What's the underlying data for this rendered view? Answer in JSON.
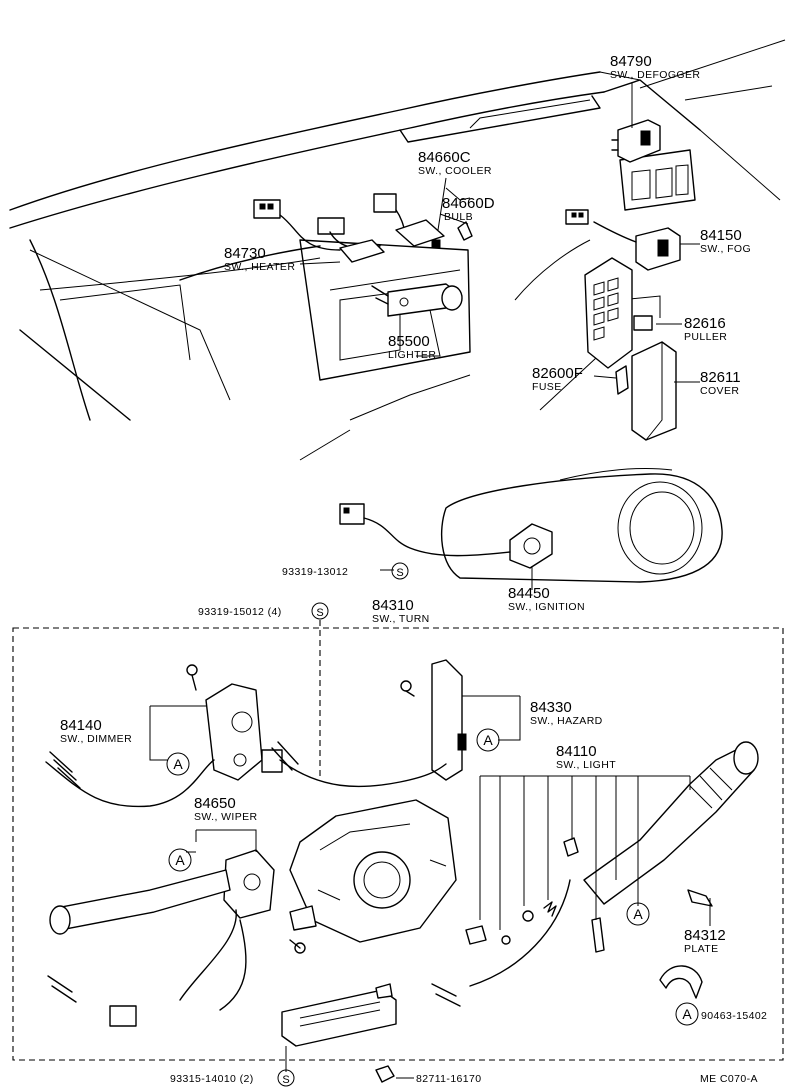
{
  "labels": {
    "p84790": {
      "num": "84790",
      "name": "SW., DEFOGGER"
    },
    "p84660c": {
      "num": "84660C",
      "name": "SW., COOLER"
    },
    "p84660d": {
      "num": "84660D",
      "name": "BULB"
    },
    "p84730": {
      "num": "84730",
      "name": "SW., HEATER"
    },
    "p85500": {
      "num": "85500",
      "name": "LIGHTER"
    },
    "p84150": {
      "num": "84150",
      "name": "SW., FOG"
    },
    "p82616": {
      "num": "82616",
      "name": "PULLER"
    },
    "p82600f": {
      "num": "82600F",
      "name": "FUSE"
    },
    "p82611": {
      "num": "82611",
      "name": "COVER"
    },
    "p84450": {
      "num": "84450",
      "name": "SW., IGNITION"
    },
    "p84310": {
      "num": "84310",
      "name": "SW., TURN"
    },
    "p84140": {
      "num": "84140",
      "name": "SW., DIMMER"
    },
    "p84330": {
      "num": "84330",
      "name": "SW., HAZARD"
    },
    "p84110": {
      "num": "84110",
      "name": "SW., LIGHT"
    },
    "p84650": {
      "num": "84650",
      "name": "SW., WIPER"
    },
    "p84312": {
      "num": "84312",
      "name": "PLATE"
    }
  },
  "callouts": {
    "bolt_93319_13012": "93319-13012",
    "bolt_93319_15012": "93319-15012 (4)",
    "bolt_93315_14010": "93315-14010 (2)",
    "clip_82711_16170": "82711-16170",
    "clamp_90463_15402": "90463-15402"
  },
  "symbols": {
    "standard_part": "S",
    "ref_a": "A"
  },
  "footer": {
    "code": "ME  C070-A"
  }
}
